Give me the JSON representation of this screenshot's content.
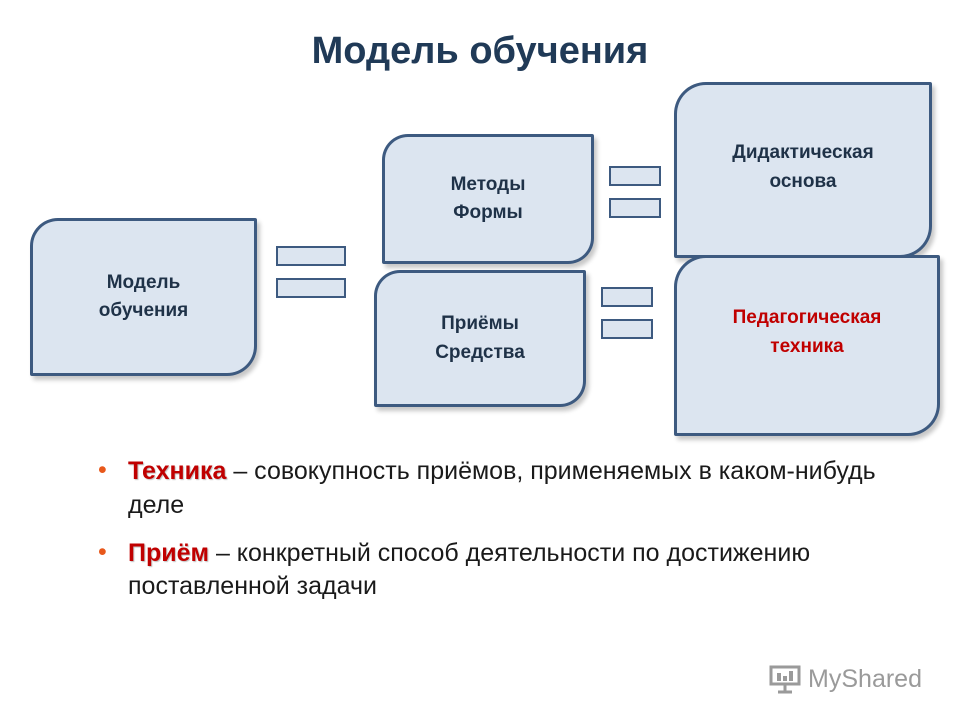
{
  "slide": {
    "title": "Модель обучения"
  },
  "diagram": {
    "left_box": {
      "line1": "Модель",
      "line2": "обучения"
    },
    "methods_box": {
      "line1": "Методы",
      "line2": "Формы"
    },
    "techniques_box": {
      "line1": "Приёмы",
      "line2": "Средства"
    },
    "didactic_box": {
      "line1": "Дидактическая",
      "line2": "основа"
    },
    "pedagogical_box": {
      "line1": "Педагогическая",
      "line2": "техника"
    }
  },
  "definitions": [
    {
      "bullet": "•",
      "term": "Техника",
      "text": " – совокупность приёмов, применяемых в каком-нибудь деле"
    },
    {
      "bullet": "•",
      "term": "Приём",
      "text": " – конкретный способ деятельности по достижению поставленной задачи"
    }
  ],
  "watermark": {
    "text": "MyShared",
    "icon": "presentation-board-icon"
  },
  "colors": {
    "title": "#203a57",
    "box_fill": "#dce5f0",
    "box_border": "#3d5a80",
    "accent_red": "#c00000",
    "bullet": "#e8581b"
  }
}
